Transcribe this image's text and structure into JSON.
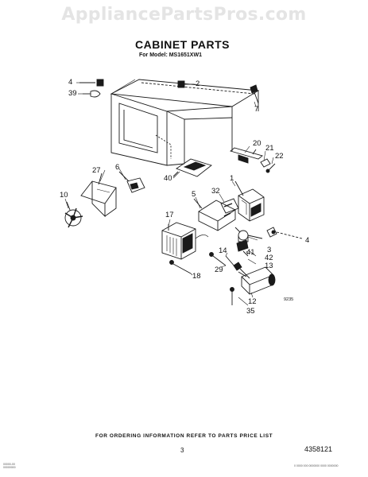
{
  "watermark": "AppliancePartsPros.com",
  "title": "CABINET PARTS",
  "subtitle": "For Model: MS1651XW1",
  "footer_note": "FOR ORDERING INFORMATION REFER TO PARTS PRICE LIST",
  "page_number": "3",
  "document_number": "4358121",
  "drawing_code": "9235",
  "fine_print_left": [
    "00000-00",
    "00000000"
  ],
  "fine_print_right": "0 0000 000 0000000 0000 0000000",
  "part_labels": [
    {
      "id": "p4a",
      "text": "4"
    },
    {
      "id": "p39",
      "text": "39"
    },
    {
      "id": "p2",
      "text": "2"
    },
    {
      "id": "p7",
      "text": "7"
    },
    {
      "id": "p20",
      "text": "20"
    },
    {
      "id": "p21",
      "text": "21"
    },
    {
      "id": "p22",
      "text": "22"
    },
    {
      "id": "p40",
      "text": "40"
    },
    {
      "id": "p27",
      "text": "27"
    },
    {
      "id": "p6",
      "text": "6"
    },
    {
      "id": "p10",
      "text": "10"
    },
    {
      "id": "p1",
      "text": "1"
    },
    {
      "id": "p32",
      "text": "32"
    },
    {
      "id": "p5",
      "text": "5"
    },
    {
      "id": "p17",
      "text": "17"
    },
    {
      "id": "p4b",
      "text": "4"
    },
    {
      "id": "p3",
      "text": "3"
    },
    {
      "id": "p41",
      "text": "41"
    },
    {
      "id": "p42",
      "text": "42"
    },
    {
      "id": "p13",
      "text": "13"
    },
    {
      "id": "p14",
      "text": "14"
    },
    {
      "id": "p29",
      "text": "29"
    },
    {
      "id": "p18",
      "text": "18"
    },
    {
      "id": "p12",
      "text": "12"
    },
    {
      "id": "p35",
      "text": "35"
    }
  ]
}
